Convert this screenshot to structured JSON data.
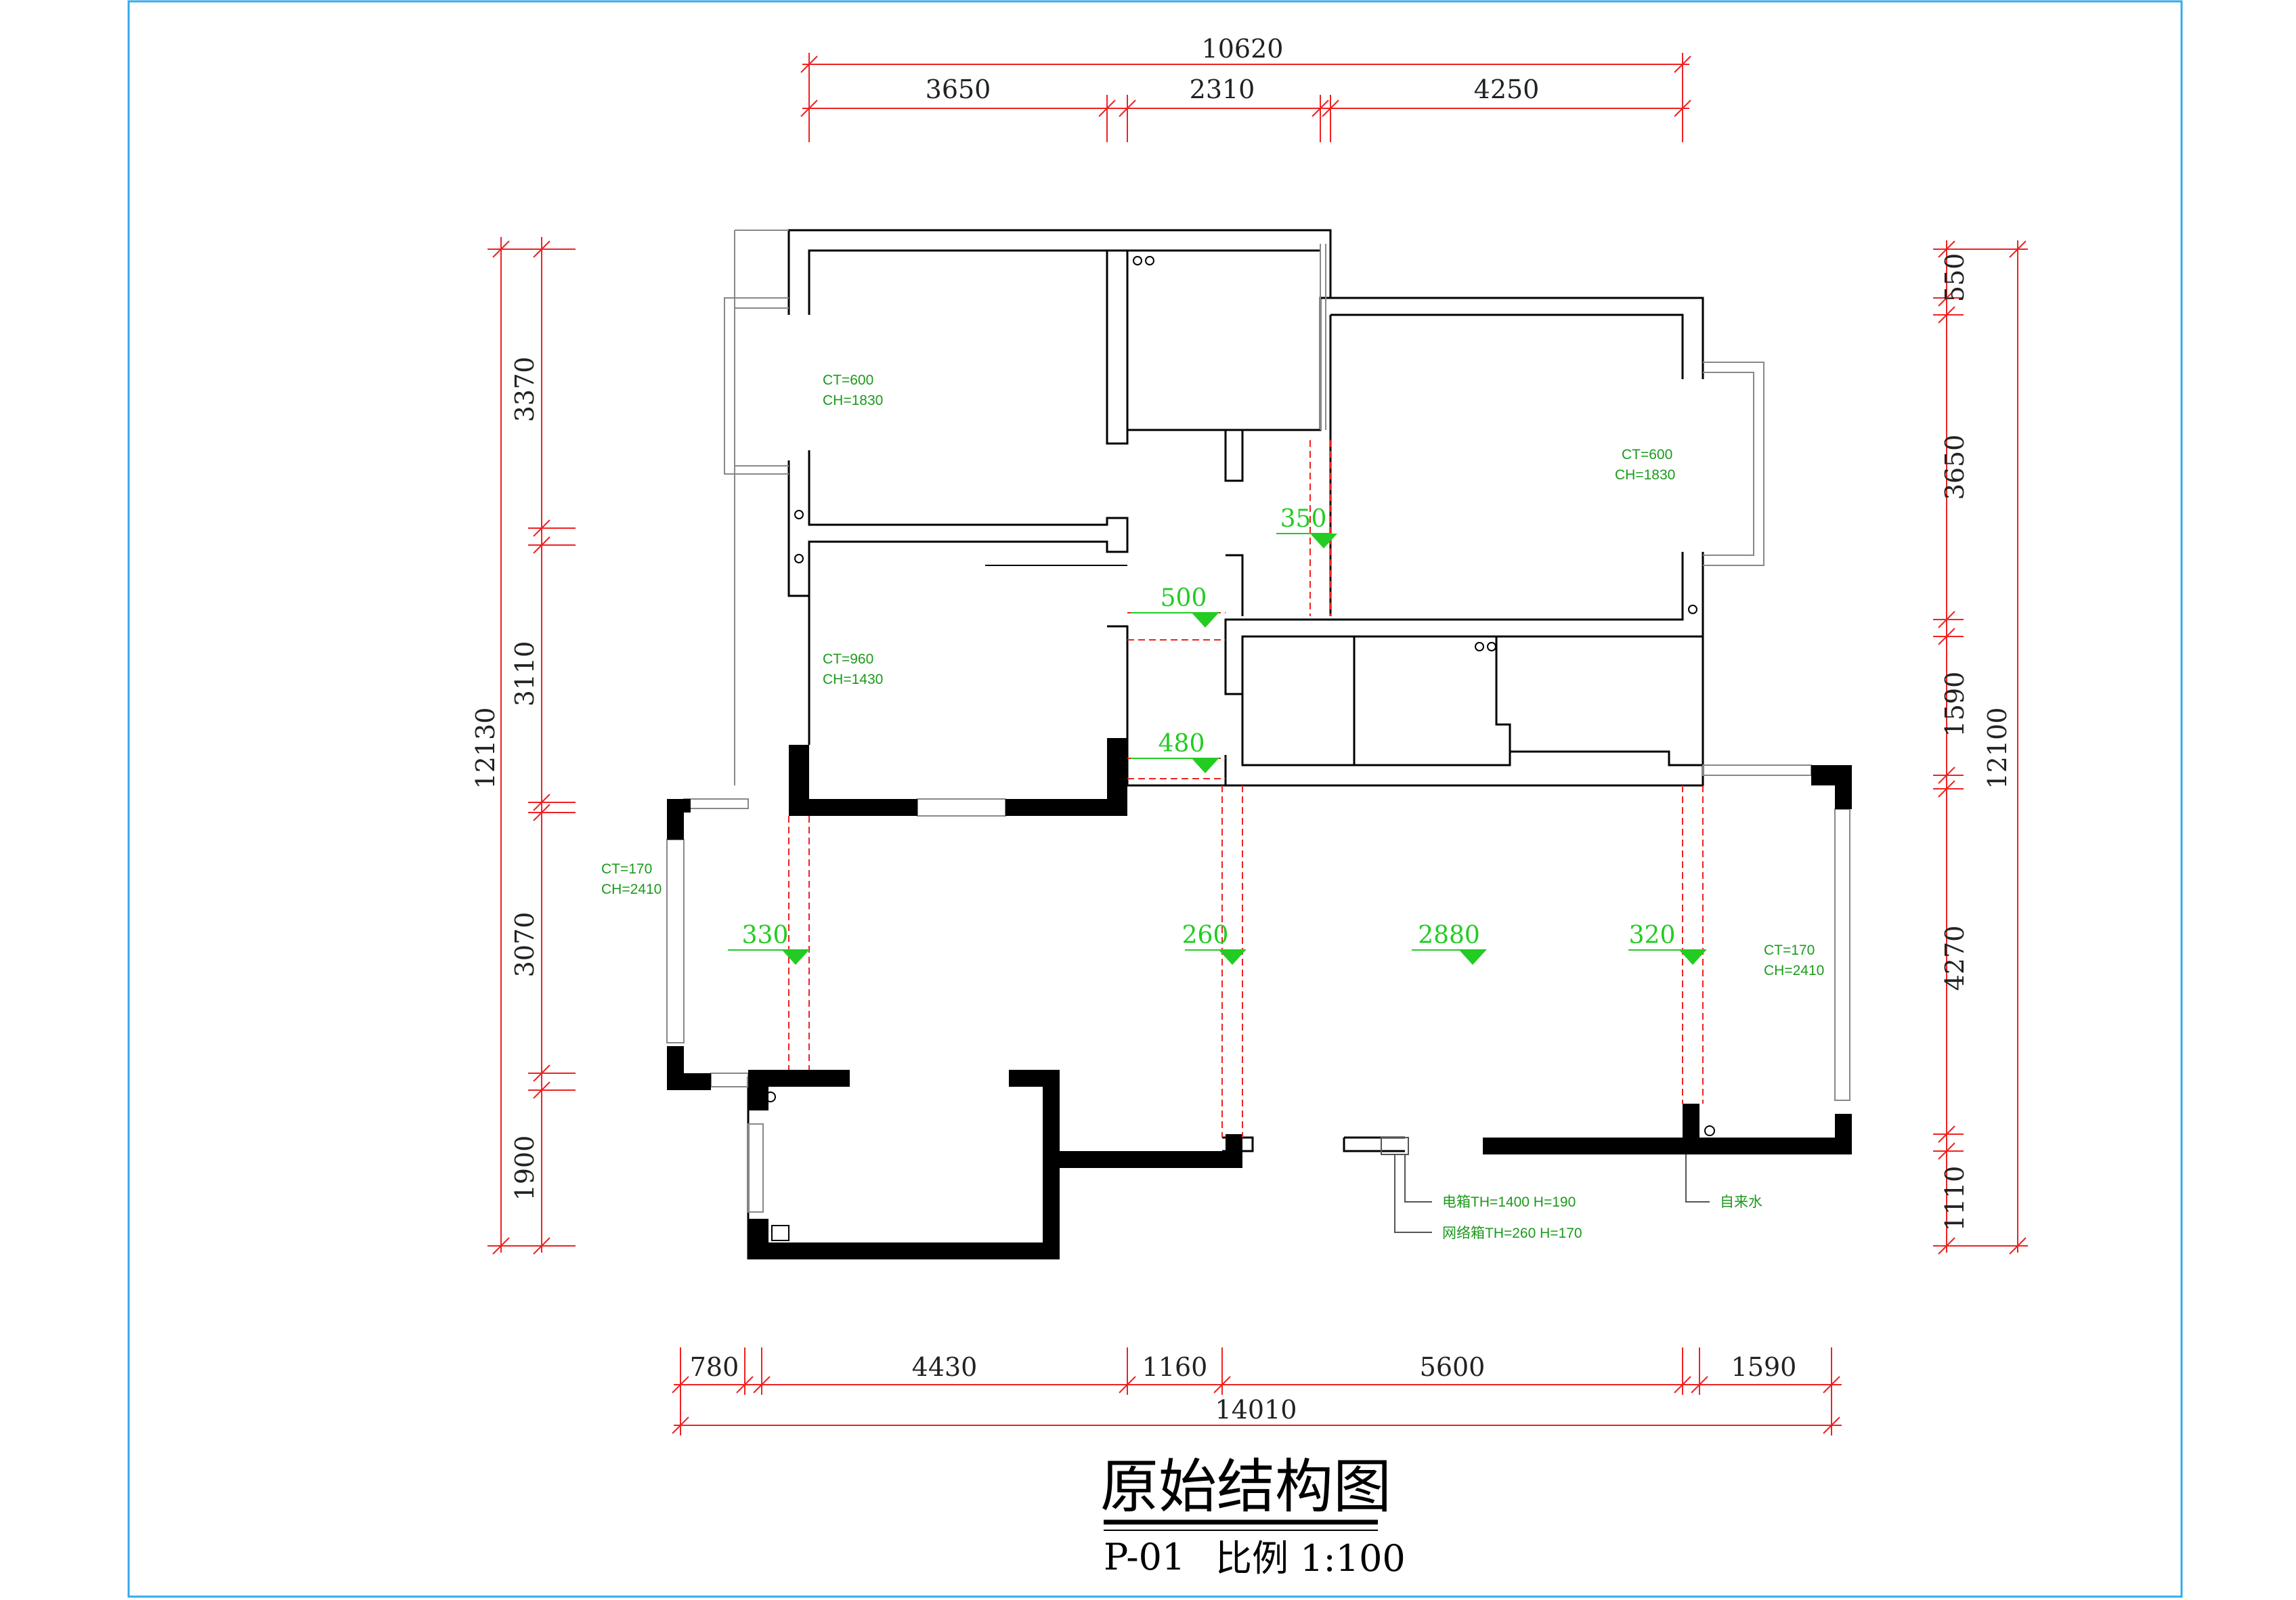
{
  "title": "原始结构图",
  "drawing_no": "P-01",
  "scale": "比例 1:100",
  "top_dims": {
    "total": "10620",
    "seg1": "3650",
    "seg2": "2310",
    "seg3": "4250"
  },
  "bottom_dims": {
    "total": "14010",
    "seg1": "780",
    "seg2": "4430",
    "seg3": "1160",
    "seg4": "5600",
    "seg5": "1590"
  },
  "left_dims": {
    "total": "12130",
    "seg1": "3370",
    "seg2": "3110",
    "seg3": "3070",
    "seg4": "1900"
  },
  "right_dims": {
    "total": "12100",
    "seg1": "550",
    "seg2": "3650",
    "seg3": "1590",
    "seg4": "4270",
    "seg5": "1110"
  },
  "window_notes": {
    "bed1_ct": "CT=600",
    "bed1_ch": "CH=1830",
    "bed2_ct": "CT=960",
    "bed2_ch": "CH=1430",
    "master_ct": "CT=600",
    "master_ch": "CH=1830",
    "living_left_ct": "CT=170",
    "living_left_ch": "CH=2410",
    "living_right_ct": "CT=170",
    "living_right_ch": "CH=2410"
  },
  "beam_levels": {
    "l350": "350",
    "l500": "500",
    "l480": "480",
    "l330": "330",
    "l260": "260",
    "l2880": "2880",
    "l320": "320"
  },
  "callouts": {
    "elec_box": "电箱TH=1400  H=190",
    "net_box": "网络箱TH=260  H=170",
    "water": "自来水"
  },
  "colors": {
    "frame": "#33aaee",
    "dim": "#ee2222",
    "level": "#22cc22",
    "wall": "#000000"
  }
}
